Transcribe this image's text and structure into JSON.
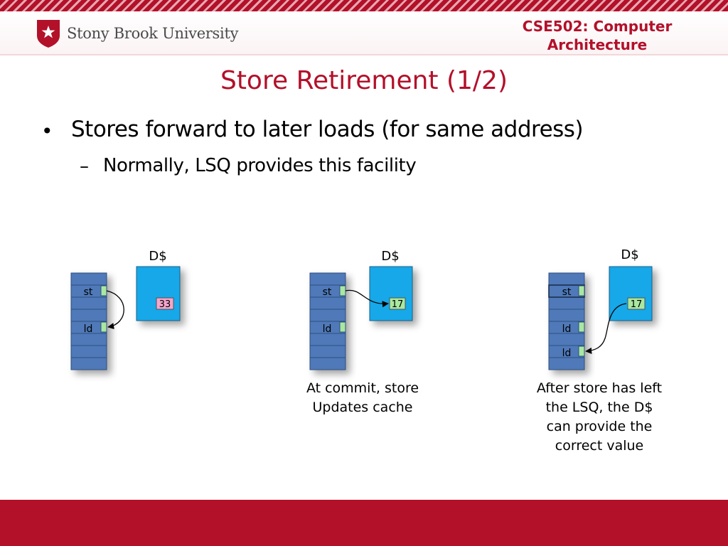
{
  "header": {
    "university": "Stony Brook University",
    "course_line1": "CSE502: Computer",
    "course_line2": "Architecture"
  },
  "title": "Store Retirement (1/2)",
  "bullet": {
    "text": "Stores forward to later loads (for same address)",
    "sub_text": "Normally, LSQ provides this facility"
  },
  "diagrams": [
    {
      "cache_label": "D$",
      "store_label": "st",
      "load_labels": [
        "ld"
      ],
      "cache_value": "33",
      "cache_value_color": "#f4a6cc",
      "caption": []
    },
    {
      "cache_label": "D$",
      "store_label": "st",
      "load_labels": [
        "ld"
      ],
      "cache_value": "17",
      "cache_value_color": "#a9e8a0",
      "caption": [
        "At commit, store",
        "Updates cache"
      ]
    },
    {
      "cache_label": "D$",
      "store_label": "st",
      "load_labels": [
        "ld",
        "ld"
      ],
      "cache_value": "17",
      "cache_value_color": "#a9e8a0",
      "caption": [
        "After store has left",
        "the LSQ, the D$",
        "can provide the",
        "correct value"
      ]
    }
  ],
  "colors": {
    "brand_red": "#b3102a",
    "lsq_blue": "#4f79b8",
    "cache_blue": "#12a8e8"
  }
}
